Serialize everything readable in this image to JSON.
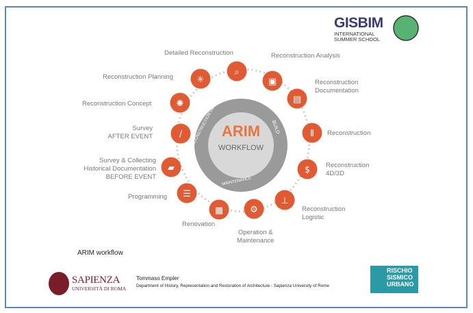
{
  "logo": {
    "name": "GISBIM",
    "line1": "INTERNATIONAL",
    "line2": "SUMMER SCHOOL"
  },
  "center": {
    "title": "ARIM",
    "subtitle": "WORKFLOW",
    "ring": [
      "RECONSTRUCTION DESIGN",
      "BUILD",
      "MAINTENANCE"
    ]
  },
  "accent": "#e05a33",
  "steps": [
    {
      "label": "Detailed Reconstruction",
      "icon": "magnifier-icon"
    },
    {
      "label": "Reconstruction Analysis",
      "icon": "cube-icon"
    },
    {
      "label": "Reconstruction Documentation",
      "icon": "document-icon"
    },
    {
      "label": "Reconstruction",
      "icon": "column-icon"
    },
    {
      "label": "Reconstruction 4D/3D",
      "icon": "time-money-icon"
    },
    {
      "label": "Reconstruction Logistic",
      "icon": "crane-icon"
    },
    {
      "label": "Operation & Maintenance",
      "icon": "gear-icon"
    },
    {
      "label": "Renovation",
      "icon": "floorplan-icon"
    },
    {
      "label": "Programming",
      "icon": "clipboard-icon"
    },
    {
      "label": "Survey & Collecting Historical Documentation BEFORE EVENT",
      "icon": "book-icon"
    },
    {
      "label": "Survey AFTER EVENT",
      "icon": "ruler-icon"
    },
    {
      "label": "Reconstruction Concept",
      "icon": "lightbulb-icon"
    },
    {
      "label": "Reconstruction Planning",
      "icon": "network-icon"
    }
  ],
  "labels": {
    "s0": "Detailed Reconstruction",
    "s1": "Reconstruction Analysis",
    "s2a": "Reconstruction",
    "s2b": "Documentation",
    "s3": "Reconstruction",
    "s4a": "Reconstruction",
    "s4b": "4D/3D",
    "s5a": "Reconstruction",
    "s5b": "Logistic",
    "s6a": "Operation &",
    "s6b": "Maintenance",
    "s7": "Renovation",
    "s8": "Programming",
    "s9a": "Survey & Collecting",
    "s9b": "Historical Documentation",
    "s9c": "BEFORE EVENT",
    "s10a": "Survey",
    "s10b": "AFTER EVENT",
    "s11": "Reconstruction Concept",
    "s12": "Reconstruction Planning"
  },
  "caption": "ARIM workflow",
  "footer": {
    "university": "SAPIENZA",
    "university_sub": "UNIVERSITÀ DI ROMA",
    "author": "Tommaso Empler",
    "department": "Department of History, Representation and Restoration of Architecture - Sapienza University of Rome",
    "partner": [
      "RISCHIO",
      "SISMICO",
      "URBANO"
    ]
  }
}
